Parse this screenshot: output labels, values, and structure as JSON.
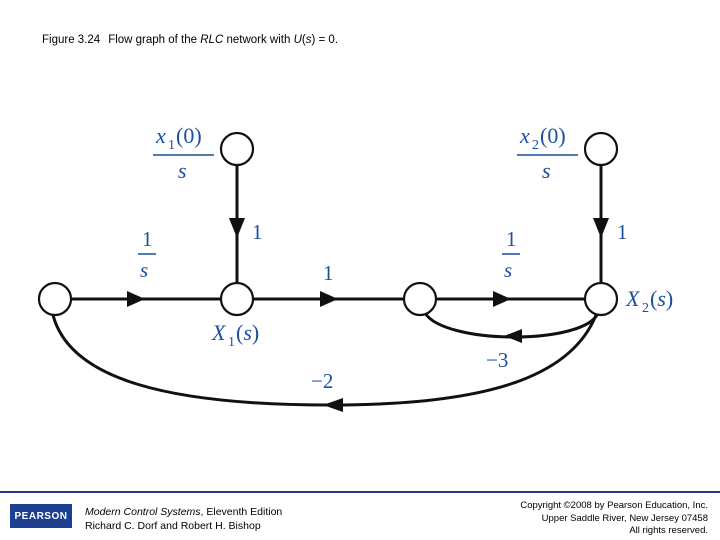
{
  "caption": {
    "figure_label": "Figure 3.24",
    "text_before": "Flow graph of the ",
    "text_italic": "RLC",
    "text_mid": " network with ",
    "text_u": "U",
    "text_paren_open": "(",
    "text_s": "s",
    "text_end": ") = 0."
  },
  "diagram": {
    "ic1_label": "x1(0)/s",
    "ic2_label": "x2(0)/s",
    "node_x1": "X1(s)",
    "node_x2": "X2(s)",
    "branches": {
      "in_to_x1": "1/s",
      "ic1_to_x1": "1",
      "x1_to_n3": "1",
      "n3_to_x2": "1/s",
      "ic2_to_x2": "1",
      "x2_self_feedback": "−3",
      "x2_to_in_feedback": "−2"
    }
  },
  "footer": {
    "logo_text": "PEARSON",
    "book_title": "Modern Control Systems",
    "edition": ", Eleventh Edition",
    "authors": "Richard C. Dorf and Robert H. Bishop",
    "copyright_1": "Copyright ©2008 by Pearson Education, Inc.",
    "copyright_2": "Upper Saddle River, New Jersey 07458",
    "copyright_3": "All rights reserved."
  },
  "colors": {
    "accent": "#1c3f8f"
  }
}
